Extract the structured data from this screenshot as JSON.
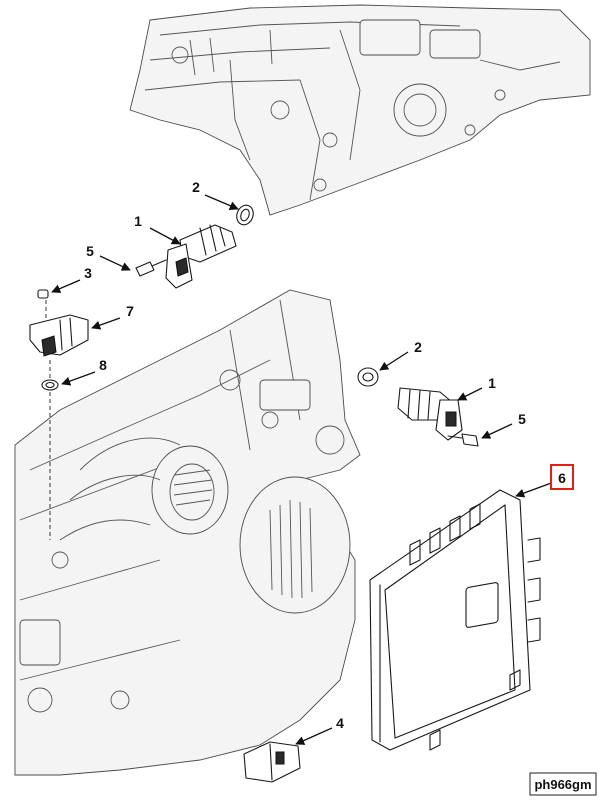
{
  "callouts": [
    {
      "id": "c1a",
      "label": "1"
    },
    {
      "id": "c2a",
      "label": "2"
    },
    {
      "id": "c5a",
      "label": "5"
    },
    {
      "id": "c3",
      "label": "3"
    },
    {
      "id": "c7",
      "label": "7"
    },
    {
      "id": "c8",
      "label": "8"
    },
    {
      "id": "c2b",
      "label": "2"
    },
    {
      "id": "c1b",
      "label": "1"
    },
    {
      "id": "c5b",
      "label": "5"
    },
    {
      "id": "c6",
      "label": "6",
      "highlighted": true
    },
    {
      "id": "c4",
      "label": "4"
    }
  ],
  "reference_code": "ph966gm",
  "colors": {
    "highlight": "#e02020",
    "line": "#1a1a1a",
    "engine": "#555555"
  }
}
